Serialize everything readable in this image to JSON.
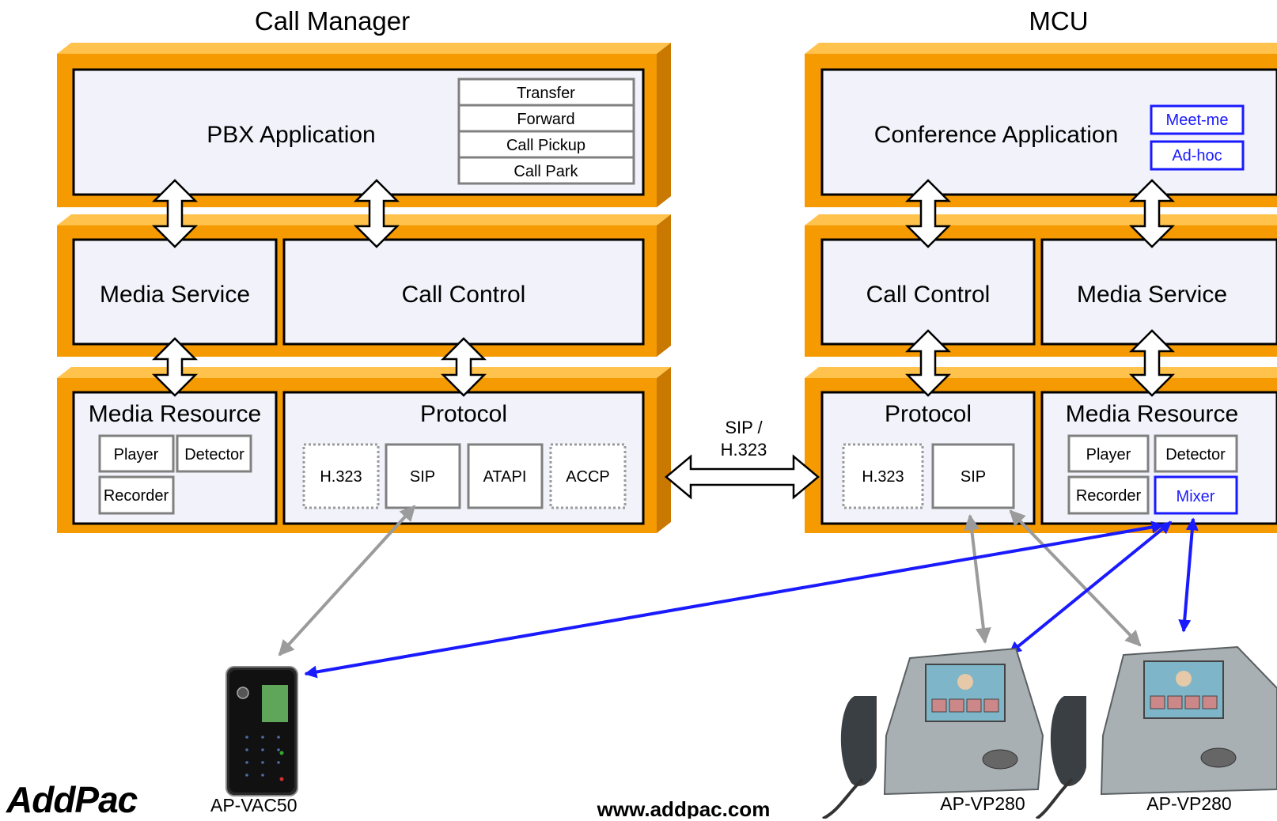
{
  "headers": {
    "left": "Call Manager",
    "right": "MCU"
  },
  "call_manager": {
    "app_title": "PBX Application",
    "features": [
      "Transfer",
      "Forward",
      "Call Pickup",
      "Call Park"
    ],
    "media_service": "Media Service",
    "call_control": "Call Control",
    "media_resource": {
      "title": "Media Resource",
      "items": [
        "Player",
        "Detector",
        "Recorder"
      ]
    },
    "protocol": {
      "title": "Protocol",
      "items": [
        "H.323",
        "SIP",
        "ATAPI",
        "ACCP"
      ]
    }
  },
  "mcu": {
    "app_title": "Conference Application",
    "features": [
      "Meet-me",
      "Ad-hoc"
    ],
    "call_control": "Call Control",
    "media_service": "Media Service",
    "protocol": {
      "title": "Protocol",
      "items": [
        "H.323",
        "SIP"
      ]
    },
    "media_resource": {
      "title": "Media Resource",
      "items": [
        "Player",
        "Detector",
        "Recorder",
        "Mixer"
      ]
    }
  },
  "link": {
    "line1": "SIP /",
    "line2": "H.323"
  },
  "devices": {
    "vac": "AP-VAC50",
    "vp1": "AP-VP280",
    "vp2": "AP-VP280"
  },
  "footer": {
    "url": "www.addpac.com",
    "logo": "AddPac"
  },
  "colors": {
    "orange": "#f59a00",
    "orange_dark": "#c97800",
    "panel": "#f2f2fa",
    "blue": "#1a1aff",
    "gray": "#9b9b9b"
  }
}
